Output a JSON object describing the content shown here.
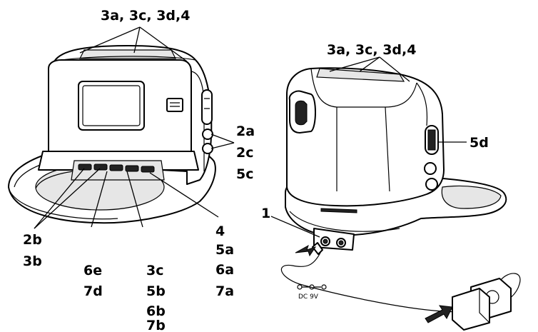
{
  "left_device": {
    "top_label": "3a, 3c, 3d,4",
    "side_labels": [
      "2a",
      "2c",
      "5c"
    ],
    "bottom_labels": {
      "col1": [
        "2b",
        "3b"
      ],
      "col2": [
        "6e",
        "7d"
      ],
      "col3": [
        "3c",
        "5b",
        "6b",
        "7b"
      ],
      "col4": [
        "4",
        "5a",
        "6a",
        "7a"
      ]
    }
  },
  "right_device": {
    "top_label": "3a, 3c, 3d,4",
    "side_label": "5d",
    "port_label": "1",
    "dc_label": "DC 9V"
  }
}
